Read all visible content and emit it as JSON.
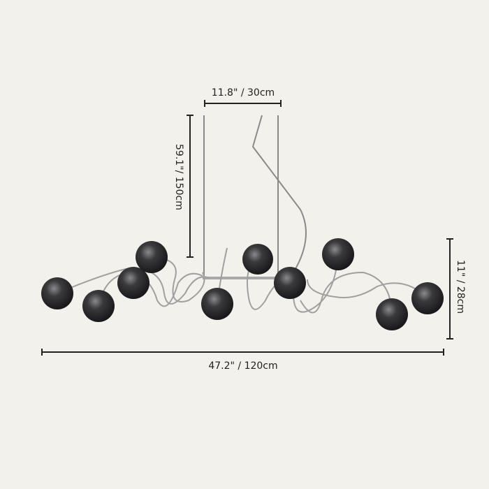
{
  "dimensions": {
    "width_top": "11.8\" / 30cm",
    "height_drop": "59.1\"/ 150cm",
    "height_fixture": "11\" / 28cm",
    "width_total": "47.2\" / 120cm"
  },
  "colors": {
    "background": "#f3f1ec",
    "ink": "#222222",
    "globe": "#2a2a2c",
    "wire": "#9a9a9a"
  }
}
